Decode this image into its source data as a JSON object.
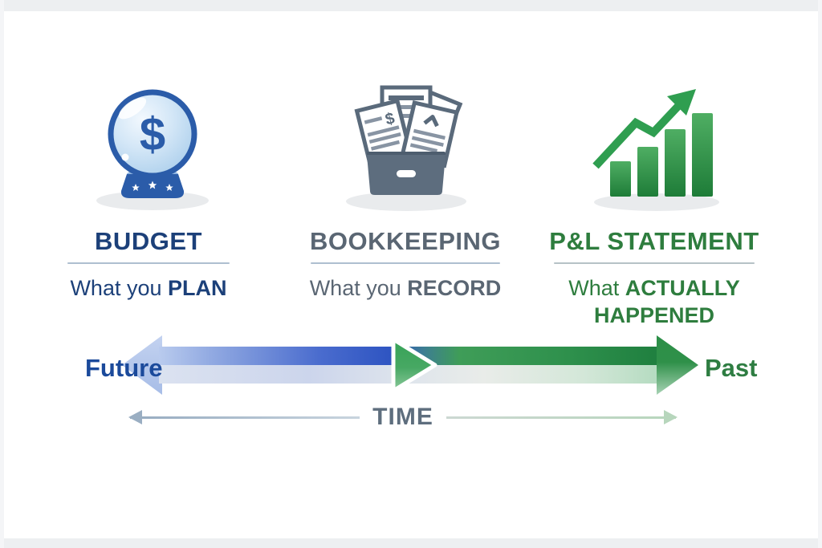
{
  "colors": {
    "frame_bg": "#edeff1",
    "canvas_bg": "#ffffff",
    "navy": "#1c4079",
    "slate_gray": "#5a6673",
    "green": "#2e7d3e",
    "arrow_blue": "#2f55c2",
    "arrow_blue_light": "#b3c7ec",
    "arrow_green": "#2f9049",
    "divider": "#aebfd0",
    "time_axis_gray": "#5e6e7e",
    "icon_shadow": "#e9ebed"
  },
  "columns": [
    {
      "icon": "crystal-ball-dollar-icon",
      "symbol": "$",
      "title": "BUDGET",
      "subtitle_prefix": "What you",
      "subtitle_bold": "PLAN"
    },
    {
      "icon": "file-drawer-documents-icon",
      "doc_symbol": "$",
      "title": "BOOKKEEPING",
      "subtitle_prefix": "What you",
      "subtitle_bold": "RECORD"
    },
    {
      "icon": "growth-bar-chart-icon",
      "title": "P&L STATEMENT",
      "subtitle_prefix": "What",
      "subtitle_bold": "ACTUALLY HAPPENED"
    }
  ],
  "timeline": {
    "left_label": "Future",
    "right_label": "Past",
    "axis_label": "TIME"
  }
}
